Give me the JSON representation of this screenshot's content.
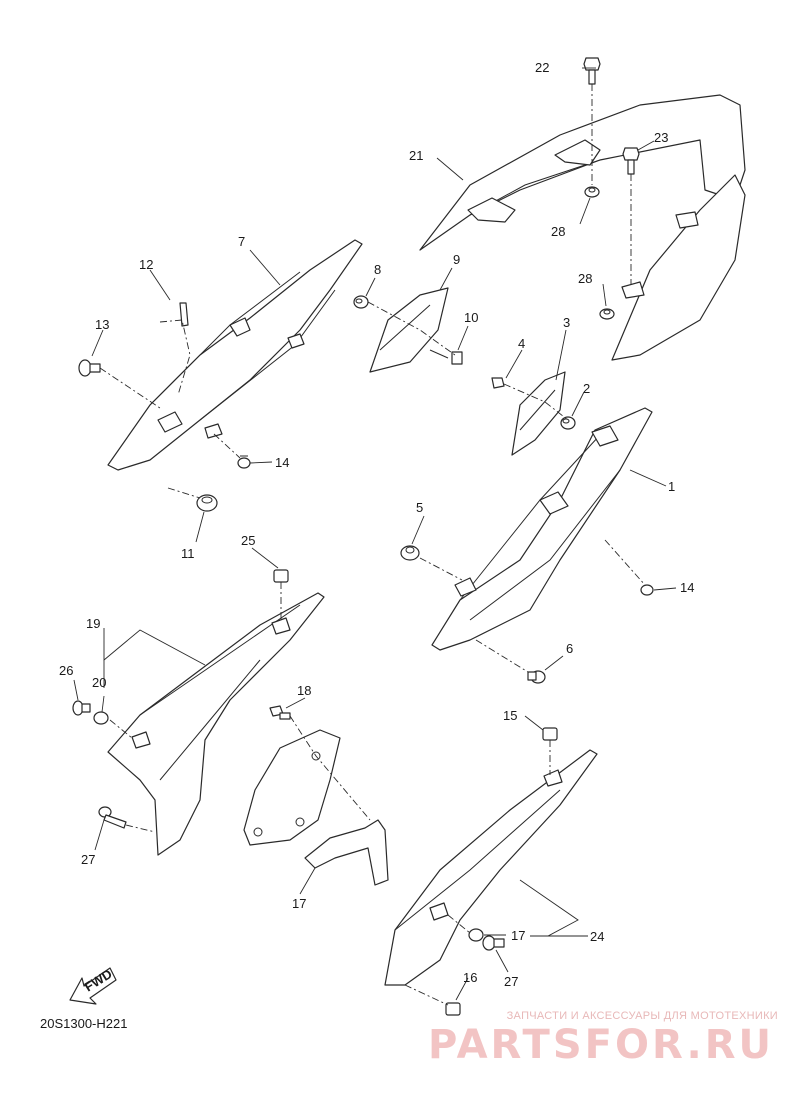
{
  "diagram_code": "20S1300-H221",
  "fwd_label": "FWD",
  "watermark": {
    "caption": "ЗАПЧАСТИ И АКСЕССУАРЫ ДЛЯ МОТОТЕХНИКИ",
    "brand": "PARTSFOR.RU"
  },
  "callouts": [
    "1",
    "2",
    "3",
    "4",
    "5",
    "6",
    "7",
    "8",
    "9",
    "10",
    "11",
    "12",
    "13",
    "14",
    "14",
    "15",
    "16",
    "17",
    "17",
    "18",
    "19",
    "20",
    "21",
    "22",
    "23",
    "24",
    "25",
    "26",
    "27",
    "27",
    "28",
    "28"
  ]
}
